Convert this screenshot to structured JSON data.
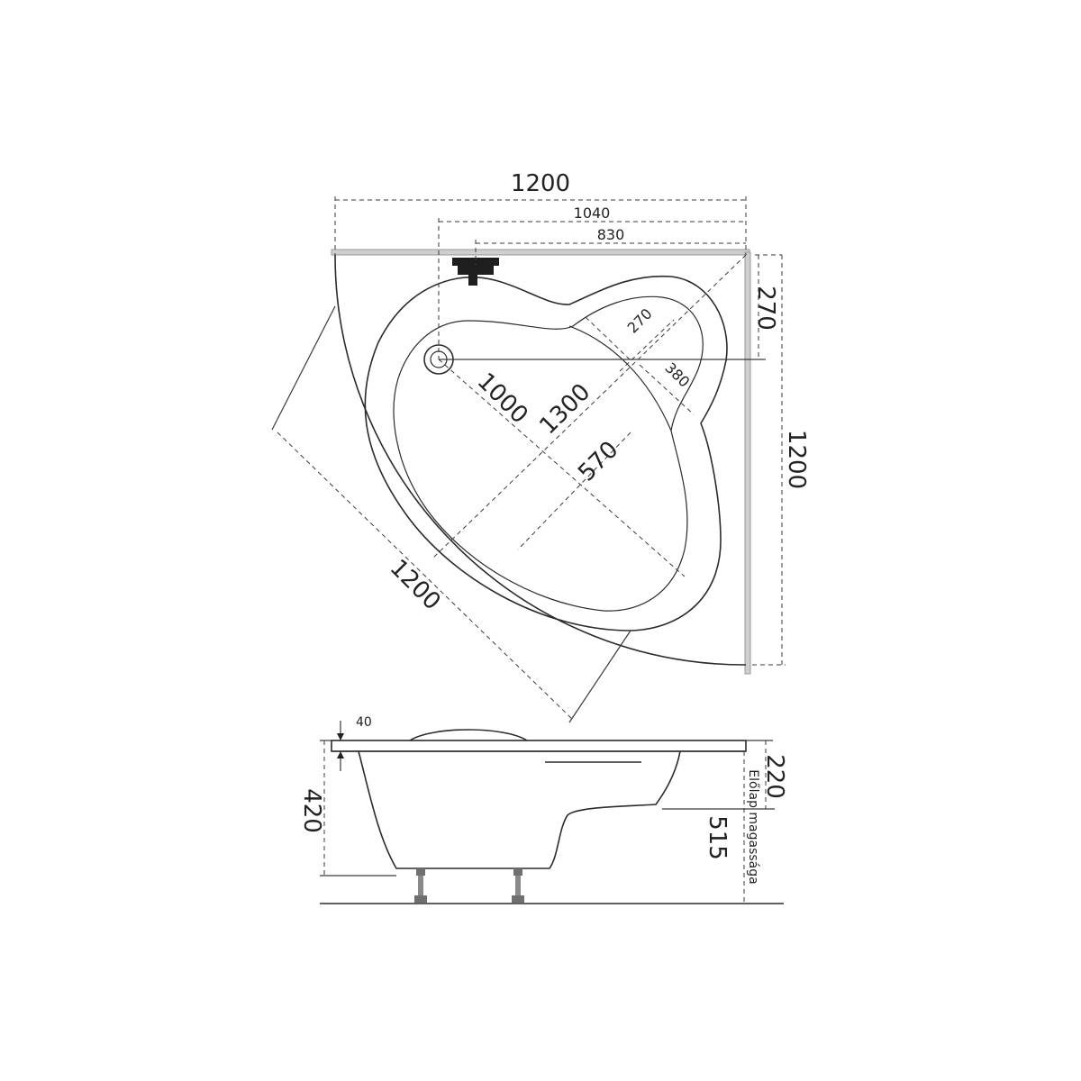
{
  "top_view": {
    "overall_width": "1200",
    "rim_width": "1040",
    "tap_offset": "830",
    "corner_depth": "270",
    "overall_depth": "1200",
    "diagonal_length": "1200",
    "inner_length": "1000",
    "outer_length": "1300",
    "inner_width": "570",
    "seat_width": "270",
    "seat_length": "380"
  },
  "side_view": {
    "rim_thickness": "40",
    "total_height": "420",
    "seat_height": "220",
    "panel_height": "515",
    "panel_label": "Előlap magassága"
  }
}
